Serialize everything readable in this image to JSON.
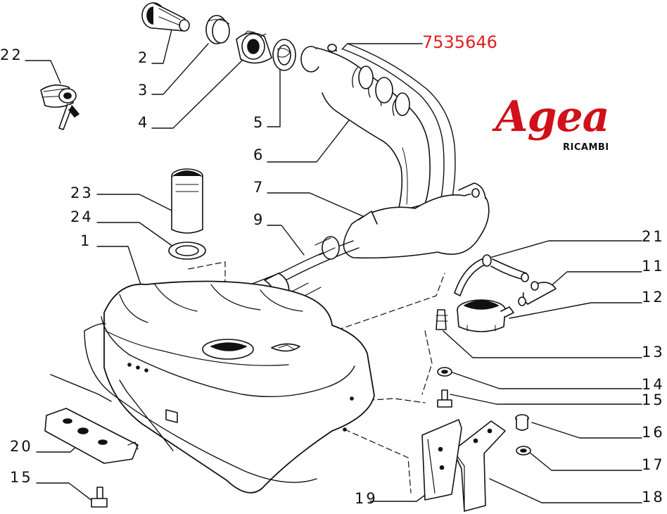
{
  "diagram": {
    "part_number": "7535646",
    "callouts": [
      "1",
      "2",
      "3",
      "4",
      "5",
      "6",
      "7",
      "9",
      "11",
      "12",
      "13",
      "14",
      "15",
      "15",
      "16",
      "17",
      "18",
      "19",
      "20",
      "21",
      "22",
      "23",
      "24"
    ]
  },
  "brand": {
    "name": "Agea",
    "tagline": "RICAMBI"
  },
  "colors": {
    "part_number": "#e02020",
    "brand": "#d0101a",
    "ink": "#111111"
  }
}
